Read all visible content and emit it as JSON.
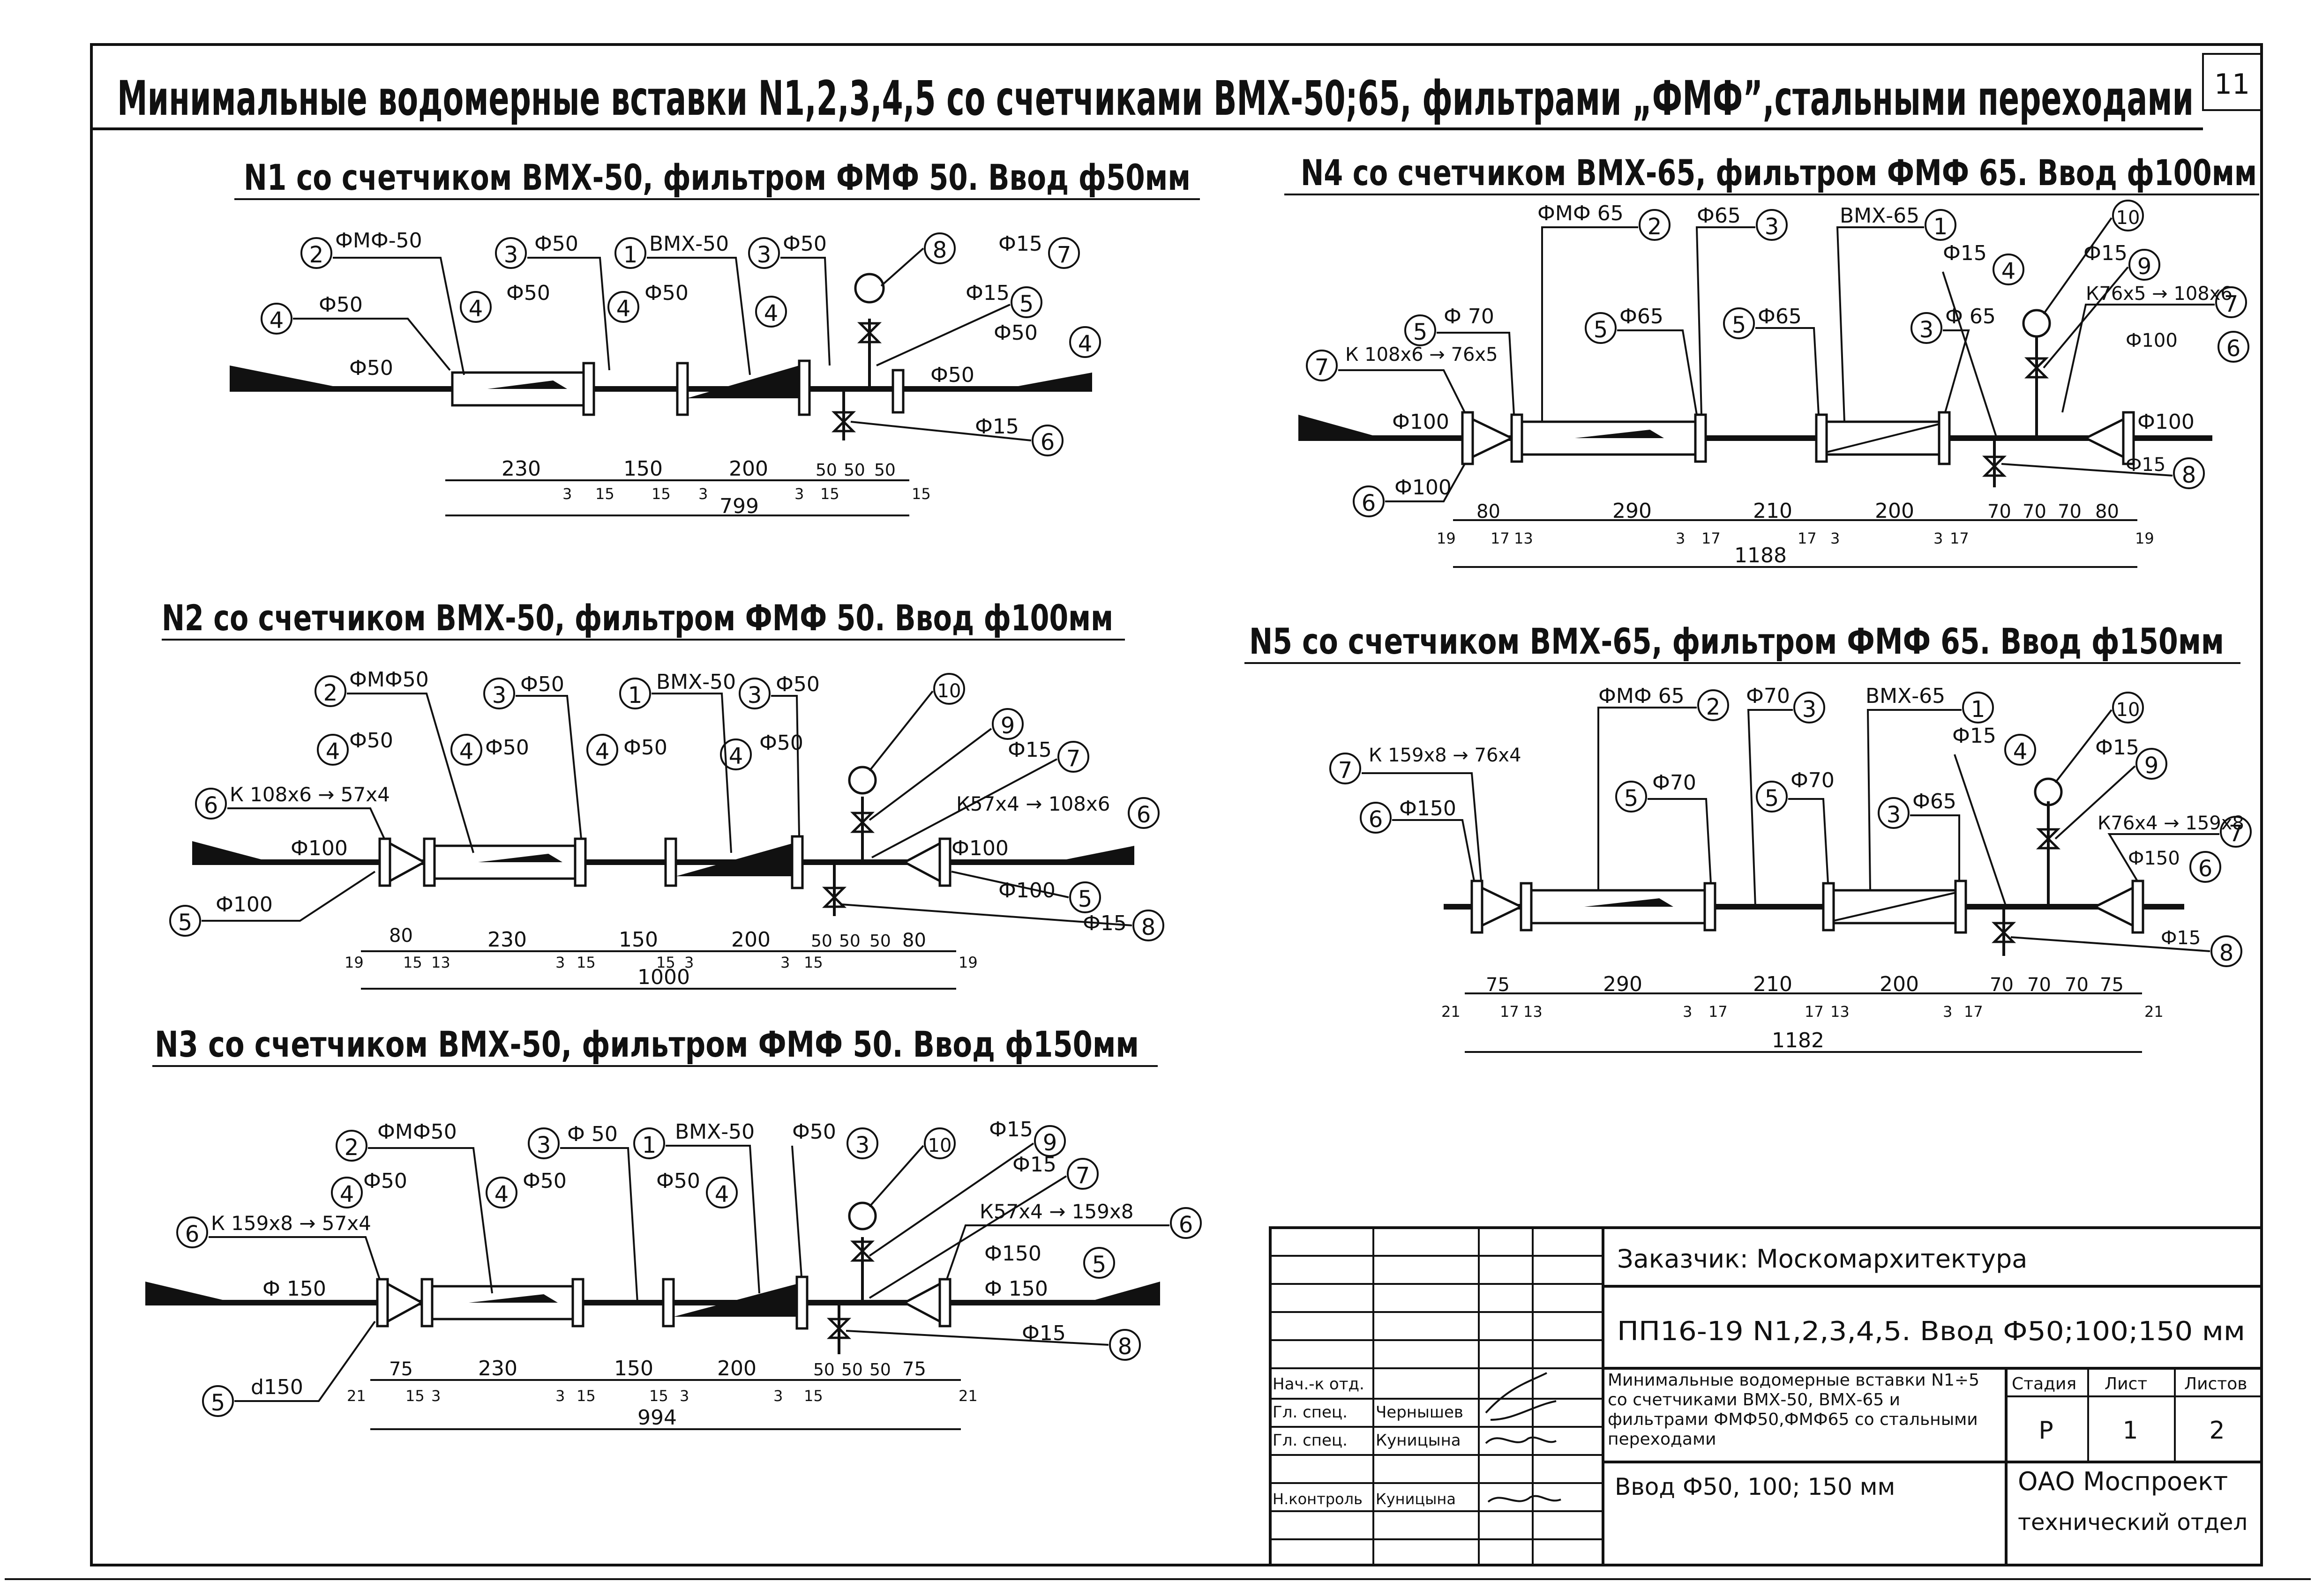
{
  "sheet": {
    "main_title": "Минимальные водомерные вставки N1,2,3,4,5 со счетчиками ВМХ-50;65, фильтрами „ФМФ”,стальными переходами",
    "sheet_number": "11"
  },
  "d1": {
    "title": "N1 со счетчиком ВМХ-50, фильтром ФМФ 50. Ввод ф50мм",
    "l2": "ФМФ-50",
    "l4a": "Ф50",
    "l3": "Ф50",
    "l1": "ВМХ-50",
    "l3b": "Ф50",
    "l4b": "Ф50",
    "l4c": "Ф50",
    "l4d": "Ф50",
    "l7": "Ф15",
    "l5": "Ф15",
    "l4e": "Ф50",
    "l6": "Ф15",
    "inlet": "Ф50",
    "outlet": "Ф50",
    "dims": [
      "230",
      "150",
      "200",
      "50",
      "50",
      "50"
    ],
    "small": [
      "3",
      "15",
      "15",
      "3",
      "3",
      "15",
      "15"
    ],
    "total": "799"
  },
  "d2": {
    "title": "N2 со счетчиком ВМХ-50, фильтром ФМФ 50. Ввод ф100мм",
    "l2": "ФМФ50",
    "l3": "Ф50",
    "l1": "ВМХ-50",
    "l3b": "Ф50",
    "l4a": "Ф50",
    "l4b": "Ф50",
    "l4c": "Ф50",
    "l4d": "Ф50",
    "l6": "К 108х6 → 57х4",
    "l7": "Ф15",
    "l6b": "К57х4 → 108х6",
    "inlet": "Ф100",
    "outlet": "Ф100",
    "l5a": "Ф100",
    "l5b": "Ф100",
    "l8": "Ф15",
    "dims": [
      "80",
      "230",
      "150",
      "200",
      "50",
      "50",
      "50",
      "80"
    ],
    "small": [
      "19",
      "15",
      "13",
      "3",
      "15",
      "15",
      "3",
      "3",
      "15",
      "19"
    ],
    "total": "1000"
  },
  "d3": {
    "title": "N3 со счетчиком ВМХ-50, фильтром ФМФ 50. Ввод ф150мм",
    "l2": "ФМФ50",
    "l3": "Ф 50",
    "l1": "ВМХ-50",
    "l3b": "Ф50",
    "l4a": "Ф50",
    "l4b": "Ф50",
    "l4c": "Ф50",
    "l9": "Ф15",
    "l7": "Ф15",
    "l6": "К 159х8 → 57х4",
    "l6b": "К57х4 → 159х8",
    "inlet": "Ф 150",
    "outlet": "Ф 150",
    "l5a": "Ф150",
    "l5b": "d150",
    "l8": "Ф15",
    "dims": [
      "75",
      "230",
      "150",
      "200",
      "50",
      "50",
      "50",
      "75"
    ],
    "small": [
      "21",
      "15",
      "3",
      "3",
      "15",
      "15",
      "3",
      "3",
      "15",
      "21"
    ],
    "total": "994"
  },
  "d4": {
    "title": "N4 со счетчиком ВМХ-65, фильтром ФМФ 65. Ввод ф100мм",
    "l2": "ФМФ 65",
    "l3a": "Ф65",
    "l1": "ВМХ-65",
    "l10": "10",
    "l4": "Ф15",
    "l9": "Ф15",
    "l7": "К76х5 → 108х6",
    "l7b": "К 108х6 → 76х5",
    "l5a": "Ф 70",
    "l5b": "Ф65",
    "l5c": "Ф65",
    "l3b": "Ф 65",
    "inlet": "Ф100",
    "outlet": "Ф100",
    "l6a": "Ф100",
    "l6b": "Ф100",
    "l8": "Ф15",
    "dims": [
      "80",
      "290",
      "210",
      "200",
      "70",
      "70",
      "70",
      "80"
    ],
    "small": [
      "19",
      "17",
      "13",
      "3",
      "17",
      "17",
      "3",
      "3",
      "17",
      "19"
    ],
    "total": "1188"
  },
  "d5": {
    "title": "N5 со счетчиком ВМХ-65, фильтром ФМФ 65. Ввод ф150мм",
    "l2": "ФМФ 65",
    "l3a": "Ф70",
    "l1": "ВМХ-65",
    "l4": "Ф15",
    "l9": "Ф15",
    "l7": "К 159х8 → 76х4",
    "l7b": "К76х4 → 159х8",
    "l6a": "Ф150",
    "l6b": "Ф150",
    "l5a": "Ф70",
    "l5b": "Ф70",
    "l3b": "Ф65",
    "l8": "Ф15",
    "dims": [
      "75",
      "290",
      "210",
      "200",
      "70",
      "70",
      "70",
      "75"
    ],
    "small": [
      "21",
      "17",
      "13",
      "3",
      "17",
      "17",
      "13",
      "3",
      "17",
      "21"
    ],
    "total": "1182"
  },
  "stamp": {
    "customer": "Заказчик: Москомархитектура",
    "code": "ПП16-19  N1,2,3,4,5. Ввод Ф50;100;150 мм",
    "desc": "Минимальные водомерные вставки N1÷5 со счетчиками ВМХ-50, ВМХ-65 и фильтрами ФМФ50,ФМФ65 со стальными переходами",
    "stage_h": "Стадия",
    "sheet_h": "Лист",
    "sheets_h": "Листов",
    "stage": "Р",
    "sheet": "1",
    "sheets": "2",
    "inlet_note": "Ввод  Ф50, 100; 150 мм",
    "org": "ОАО Моспроект",
    "dept": "технический отдел",
    "role1": "Нач.-к отд.",
    "role2": "Гл. спец.",
    "role3": "Гл. спец.",
    "role4": "Н.контроль",
    "name2": "Чернышев",
    "name3": "Куницына",
    "name4": "Куницына"
  }
}
